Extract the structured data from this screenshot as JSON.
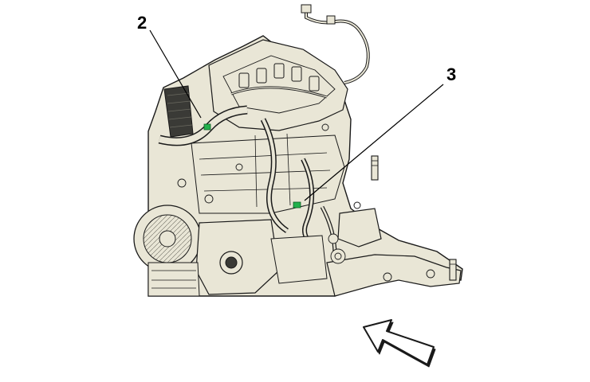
{
  "callouts": [
    {
      "id": "2",
      "label": "2"
    },
    {
      "id": "3",
      "label": "3"
    }
  ],
  "colors": {
    "engine_fill": "#e9e6d6",
    "line": "#1a1a1a",
    "highlight": "#22b14c",
    "arrow_fill": "#ffffff"
  },
  "icons": {
    "direction": "view-direction-arrow-icon"
  }
}
